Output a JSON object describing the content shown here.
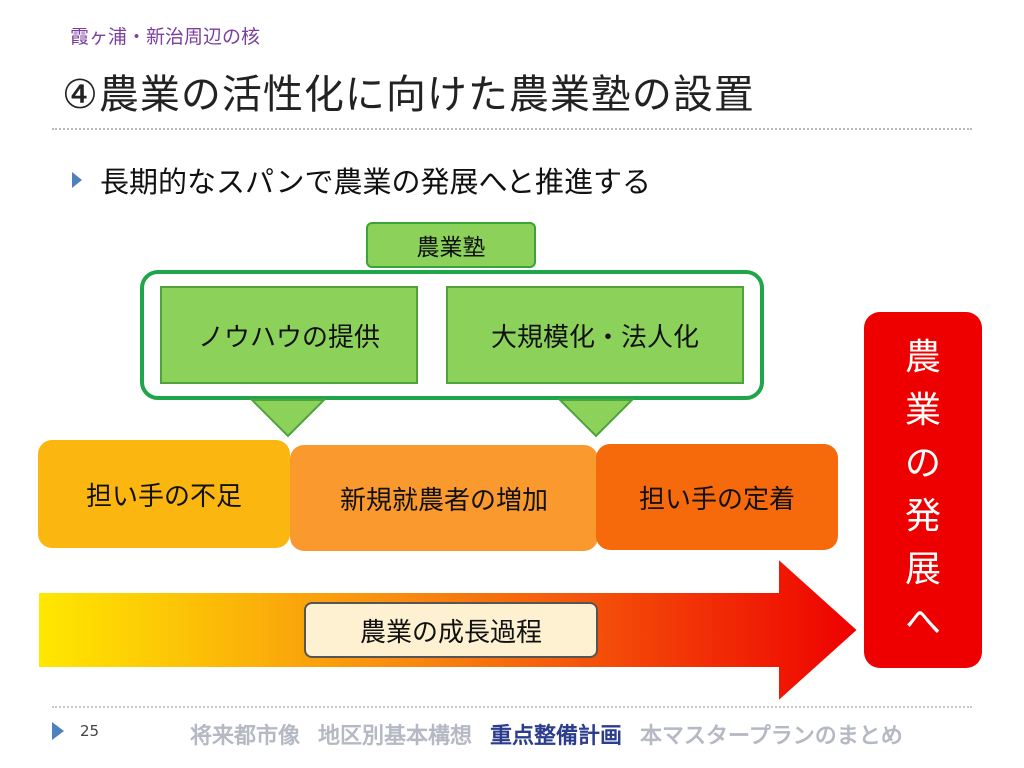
{
  "header": {
    "subtitle": "霞ヶ浦・新治周辺の核",
    "title": "④農業の活性化に向けた農業塾の設置"
  },
  "bullet": {
    "text": "長期的なスパンで農業の発展へと推進する"
  },
  "diagram": {
    "group_label": "農業塾",
    "support_items": [
      {
        "label": "ノウハウの提供"
      },
      {
        "label": "大規模化・法人化"
      }
    ],
    "stages": [
      {
        "label": "担い手の不足",
        "color": "#fbb60f"
      },
      {
        "label": "新規就農者の増加",
        "color": "#fa9a2e"
      },
      {
        "label": "担い手の定着",
        "color": "#f66a0c"
      }
    ],
    "process_label": "農業の成長過程",
    "result": {
      "chars": [
        "農",
        "業",
        "の",
        "発",
        "展",
        "へ"
      ],
      "color": "#ee0000"
    },
    "colors": {
      "green_fill": "#8cd25a",
      "green_frame": "#1fa54a",
      "arrow_gradient_start": "#ffe800",
      "arrow_gradient_end": "#ee0000"
    }
  },
  "footer": {
    "page_number": "25",
    "nav": [
      {
        "label": "将来都市像",
        "active": false
      },
      {
        "label": "地区別基本構想",
        "active": false
      },
      {
        "label": "重点整備計画",
        "active": true
      },
      {
        "label": "本マスタープランのまとめ",
        "active": false
      }
    ]
  }
}
